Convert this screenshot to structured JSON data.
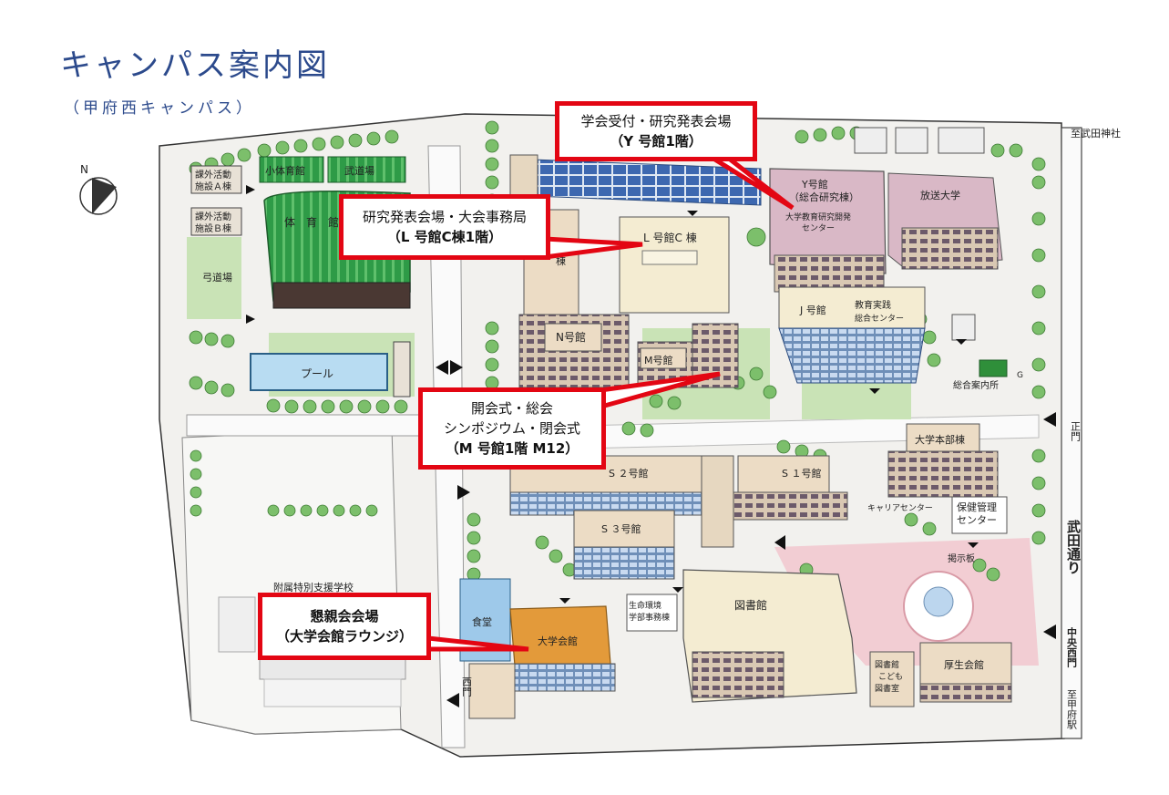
{
  "title": "キャンパス案内図",
  "subtitle": "（甲府西キャンパス）",
  "compass": {
    "label": "N"
  },
  "callouts": {
    "y": {
      "line1": "学会受付・研究発表会場",
      "line2": "（Y 号館1階）"
    },
    "l": {
      "line1": "研究発表会場・大会事務局",
      "line2": "（L 号館C棟1階）"
    },
    "m": {
      "line1": "開会式・総会",
      "line2": "シンポジウム・閉会式",
      "line3": "（M 号館1階  M12）"
    },
    "dining": {
      "line1": "懇親会会場",
      "line2": "（大学会館ラウンジ）"
    }
  },
  "buildings": {
    "small_gym": "小体育館",
    "budo": "武道場",
    "club_a": [
      "課外活動",
      "施設Ａ棟"
    ],
    "club_b": [
      "課外活動",
      "施設Ｂ棟"
    ],
    "gym": "体　育　館",
    "archery": "弓道場",
    "pool": "プール",
    "l_bldg": "L 号館C 棟",
    "l_side": "棟",
    "y_bldg": [
      "Y号館",
      "（総合研究棟）",
      "大学教育研究開発",
      "センター"
    ],
    "open_univ": "放送大学",
    "j_bldg": "J 号館",
    "edu_center": [
      "教育実践",
      "総合センター"
    ],
    "n_bldg": "N号館",
    "m_bldg": "M号館",
    "info": "総合案内所",
    "gate_g": "G",
    "admin": "大学本部棟",
    "s2": "S ２号館",
    "s1": "S １号館",
    "s3": "S ３号館",
    "career": "キャリアセンター",
    "health": [
      "保健管理",
      "センター"
    ],
    "notice_board": "掲示板",
    "life_env": [
      "生命環境",
      "学部事務棟"
    ],
    "library": "図書館",
    "cafeteria": "食堂",
    "univ_hall": "大学会館",
    "kids_library": [
      "図書館",
      "こども",
      "図書室"
    ],
    "welfare": "厚生会館",
    "blurred_label": "附属特別支援学校"
  },
  "road_labels": {
    "to_shrine": "至武田神社",
    "main_gate": "正門",
    "takeda_street": "武田通り",
    "central_west_gate": "中央西門",
    "to_station": "至甲府駅",
    "west_gate": "西門"
  },
  "colors": {
    "callout_border": "#e30613",
    "title": "#2c4a8c",
    "tree": "#7cbf6b",
    "gym_green": "#2e9b47",
    "solar": "#3d68b0",
    "y_bldg": "#d9b8c6",
    "plaza": "#f2cdd3",
    "pool": "#b8dcf2",
    "univ_hall": "#e39a3a",
    "cafeteria": "#9ec9ea"
  }
}
